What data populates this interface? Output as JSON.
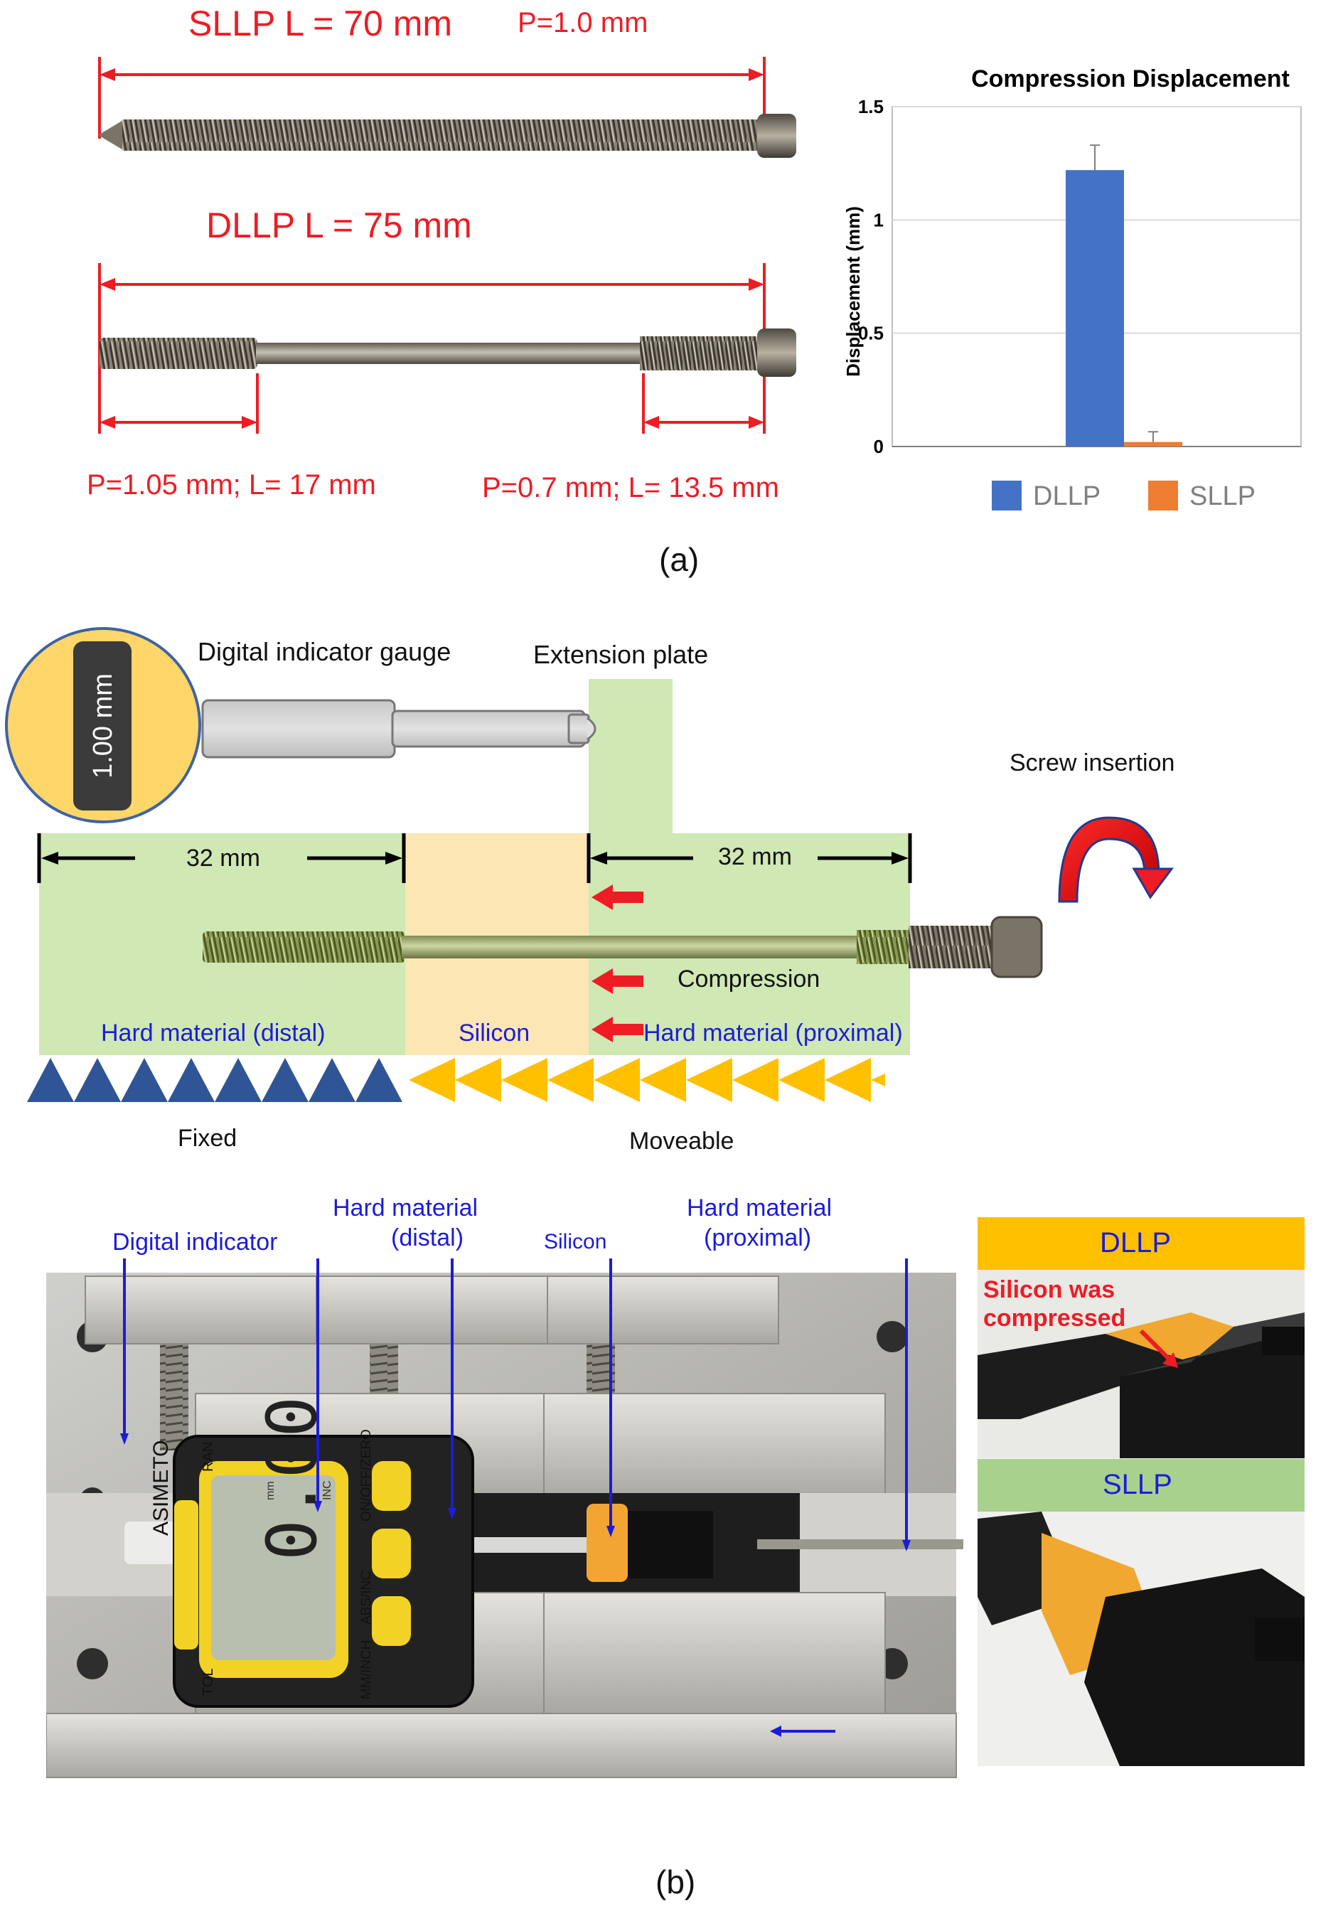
{
  "panel_a": {
    "sllp_length": "SLLP L = 70 mm",
    "sllp_pitch": "P=1.0 mm",
    "dllp_length": "DLLP L = 75 mm",
    "dllp_distal_thread": "P=1.05 mm; L= 17 mm",
    "dllp_proximal_thread": "P=0.7 mm; L= 13.5 mm",
    "caption": "(a)"
  },
  "chart_data": {
    "type": "bar",
    "title": "Compression Displacement",
    "ylabel": "Displacement (mm)",
    "xlabel": "",
    "ylim": [
      0,
      1.5
    ],
    "yticks": [
      0,
      0.5,
      1,
      1.5
    ],
    "ytick_labels": [
      "0",
      "0.5",
      "1",
      "1.5"
    ],
    "grid": true,
    "legend_position": "bottom",
    "series": [
      {
        "name": "DLLP",
        "value": 1.22,
        "error": 0.11,
        "color": "#4472c4"
      },
      {
        "name": "SLLP",
        "value": 0.02,
        "error": 0.045,
        "color": "#ed7d31"
      }
    ]
  },
  "panel_b": {
    "gauge_reading": "1.00 mm",
    "gauge_label": "Digital indicator gauge",
    "extension_plate": "Extension plate",
    "screw_insertion": "Screw insertion",
    "dim_left": "32 mm",
    "dim_right": "32 mm",
    "compression": "Compression",
    "hard_distal": "Hard material (distal)",
    "silicon": "Silicon",
    "hard_proximal": "Hard material (proximal)",
    "fixed": "Fixed",
    "moveable": "Moveable",
    "photo_labels": {
      "digital_indicator": "Digital indicator",
      "hard_distal_line1": "Hard material",
      "hard_distal_line2": "(distal)",
      "silicon": "Silicon",
      "hard_proximal_line1": "Hard material",
      "hard_proximal_line2": "(proximal)"
    },
    "indicator_face": {
      "brand": "ASIMETO",
      "reading": "0.00",
      "ran": "RAN",
      "tol": "TOL",
      "zero": "ON/OFF/ZERO",
      "abs": "ABS/INC",
      "unit": "MM/INCH",
      "mm": "mm",
      "inc": "INC"
    },
    "dllp_tag": "DLLP",
    "dllp_note": "Silicon was compressed",
    "sllp_tag": "SLLP",
    "caption": "(b)"
  },
  "colors": {
    "red": "#ee1c24",
    "blue": "#1c1cd8",
    "green_zone": "#cfe8b4",
    "silicon_zone": "#fbe6b4",
    "navy": "#2f5597",
    "gold": "#ffc000",
    "dllp_bar": "#4472c4",
    "sllp_bar": "#ed7d31",
    "tag_orange": "#ffc000",
    "tag_green": "#a9d18e"
  }
}
